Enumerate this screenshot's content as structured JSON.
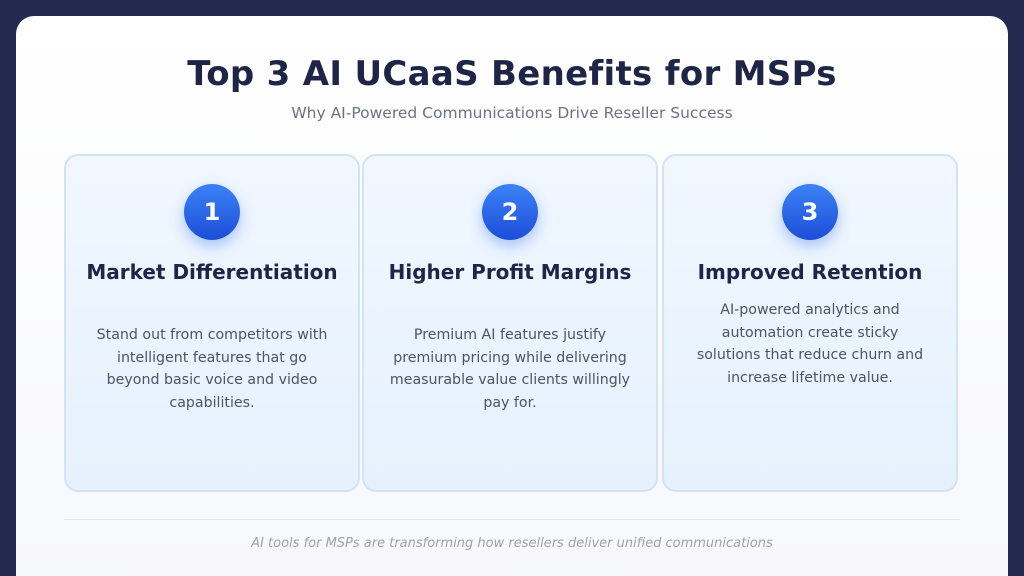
{
  "header": {
    "title": "Top 3 AI UCaaS Benefits for MSPs",
    "subtitle": "Why AI-Powered Communications Drive Reseller Success"
  },
  "benefits": [
    {
      "number": "1",
      "title": "Market Differentiation",
      "description": "Stand out from competitors with intelligent features that go beyond basic voice and video capabilities."
    },
    {
      "number": "2",
      "title": "Higher Profit Margins",
      "description": "Premium AI features justify premium pricing while delivering measurable value clients willingly pay for."
    },
    {
      "number": "3",
      "title": "Improved Retention",
      "description": "AI-powered analytics and automation create sticky solutions that reduce churn and increase lifetime value."
    }
  ],
  "footer": {
    "text": "AI tools for MSPs are transforming how resellers deliver unified communications"
  },
  "colors": {
    "page_background": "#232a4e",
    "title": "#1e2547",
    "badge": "#2563eb",
    "card_border": "#d2e3f6",
    "card_fill": "#eaf3fe"
  }
}
